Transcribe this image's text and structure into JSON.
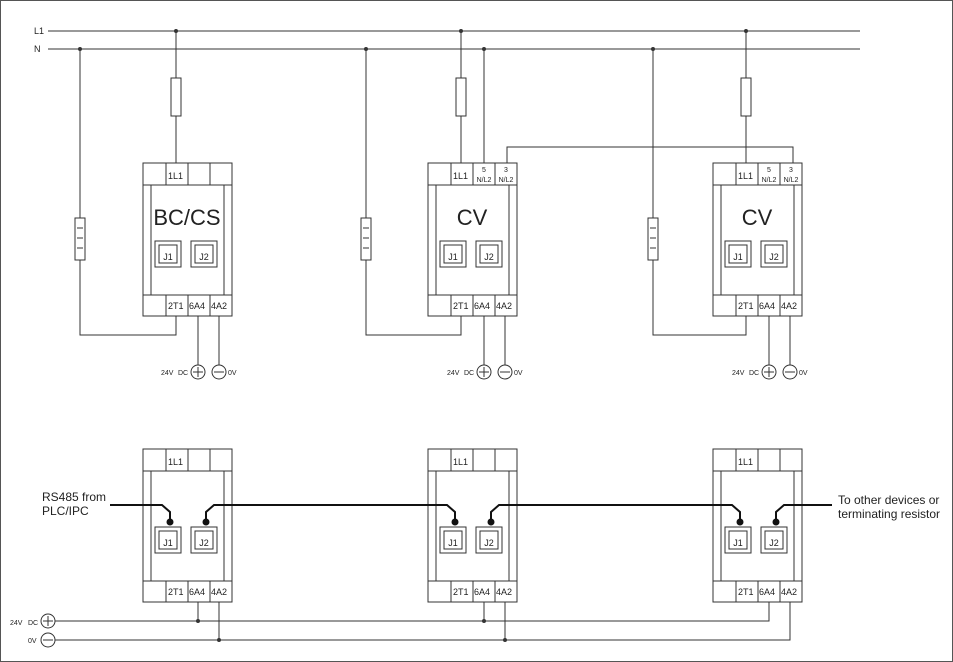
{
  "rails": {
    "l1": "L1",
    "n": "N"
  },
  "terminals": {
    "top": "1L1",
    "bottom": [
      "2T1",
      "6A4",
      "4A2"
    ],
    "extra_num": "5",
    "extra_name": "N/L2",
    "extra_num2": "3",
    "extra_name2": "N/L2"
  },
  "top_units": [
    {
      "name": "BC/CS",
      "j1": "J1",
      "j2": "J2"
    },
    {
      "name": "CV",
      "j1": "J1",
      "j2": "J2"
    },
    {
      "name": "CV",
      "j1": "J1",
      "j2": "J2"
    }
  ],
  "bottom_units": [
    {
      "j1": "J1",
      "j2": "J2"
    },
    {
      "j1": "J1",
      "j2": "J2"
    },
    {
      "j1": "J1",
      "j2": "J2"
    }
  ],
  "power": {
    "v24": "24V",
    "dc": "DC",
    "v0": "0V"
  },
  "labels": {
    "rs485_line1": "RS485 from",
    "rs485_line2": "PLC/IPC",
    "other_line1": "To other devices or",
    "other_line2": "terminating resistor"
  }
}
